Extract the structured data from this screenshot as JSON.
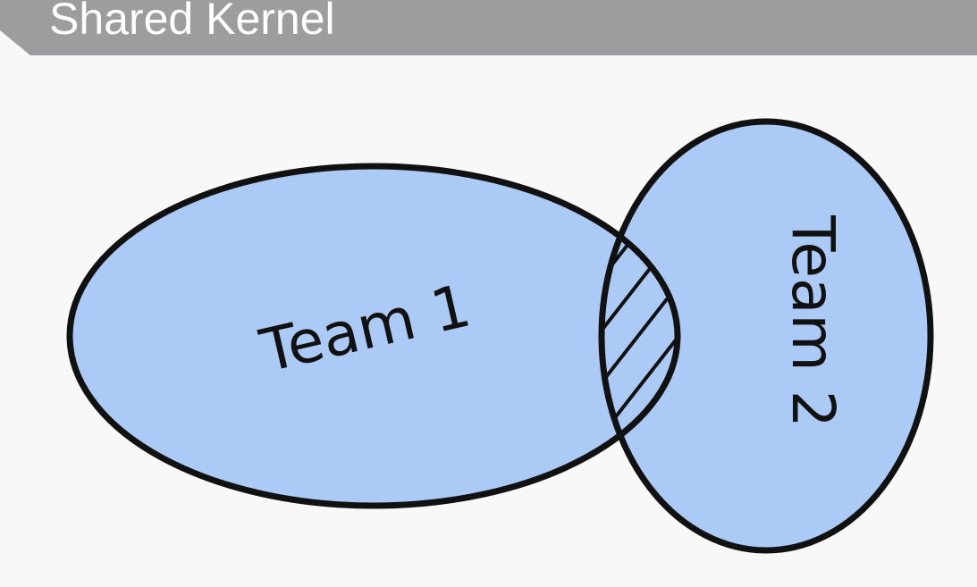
{
  "header": {
    "title": "Shared Kernel"
  },
  "diagram": {
    "team1": {
      "label": "Team 1"
    },
    "team2": {
      "label": "Team 2"
    },
    "colors": {
      "header": "#9d9d9f",
      "fill": "#abcbf6",
      "stroke": "#111111",
      "background": "#f8f8f8"
    }
  }
}
